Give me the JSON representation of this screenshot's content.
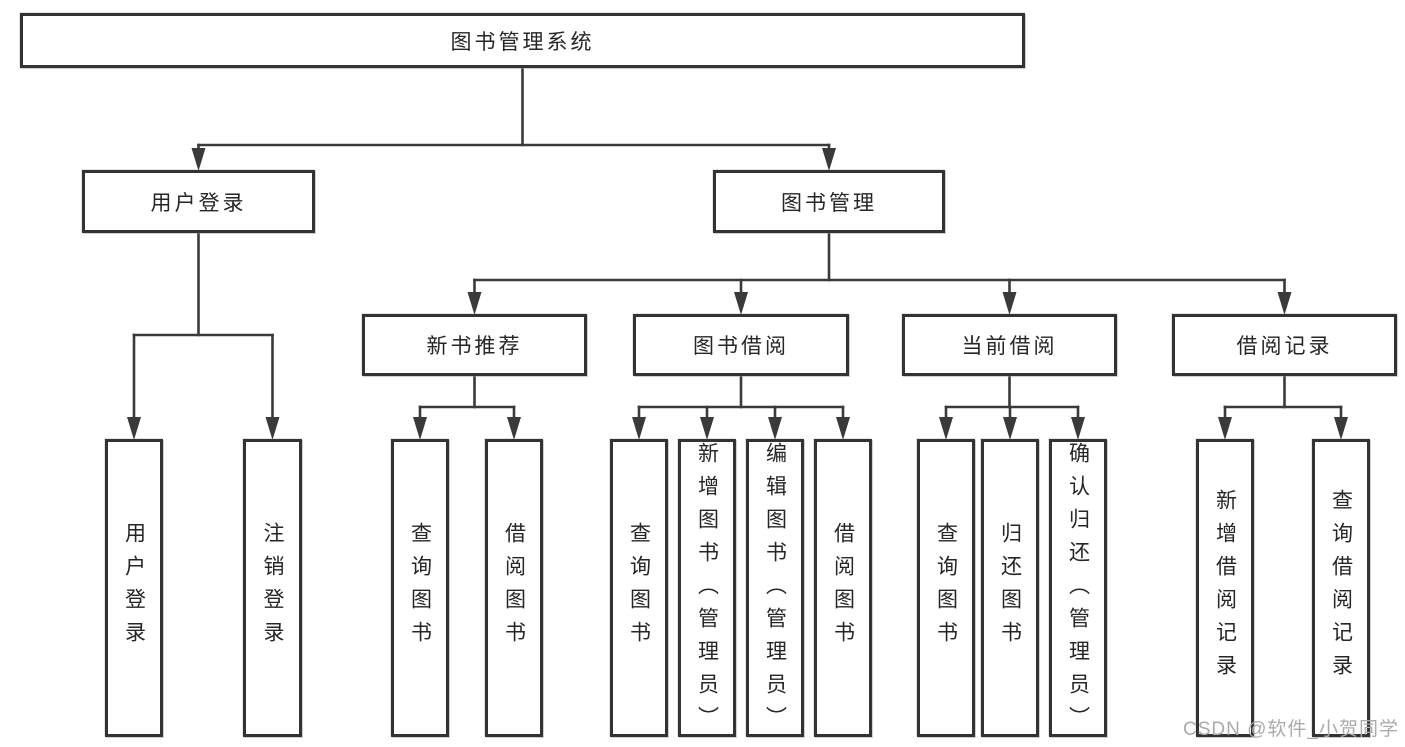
{
  "diagram": {
    "title": "图书管理系统",
    "type": "hierarchy-tree",
    "colors": {
      "background": "#ffffff",
      "box_fill": "#ffffff",
      "box_border": "#333333",
      "connector_line": "#3a3a3a",
      "text": "#262626",
      "watermark_text": "#ababab"
    },
    "nodes": [
      {
        "id": "root",
        "label": "图书管理系统",
        "level": 1,
        "text_direction": "horizontal"
      },
      {
        "id": "user_login",
        "label": "用户登录",
        "level": 2,
        "text_direction": "horizontal"
      },
      {
        "id": "book_mgmt",
        "label": "图书管理",
        "level": 2,
        "text_direction": "horizontal"
      },
      {
        "id": "new_book_rec",
        "label": "新书推荐",
        "level": 3,
        "text_direction": "horizontal"
      },
      {
        "id": "book_borrow",
        "label": "图书借阅",
        "level": 3,
        "text_direction": "horizontal"
      },
      {
        "id": "current_borrow",
        "label": "当前借阅",
        "level": 3,
        "text_direction": "horizontal"
      },
      {
        "id": "borrow_records",
        "label": "借阅记录",
        "level": 3,
        "text_direction": "horizontal"
      },
      {
        "id": "col_user_login",
        "label": "用户登录",
        "level": 4,
        "text_direction": "vertical"
      },
      {
        "id": "col_logout",
        "label": "注销登录",
        "level": 4,
        "text_direction": "vertical"
      },
      {
        "id": "col_query_book_1",
        "label": "查询图书",
        "level": 4,
        "text_direction": "vertical"
      },
      {
        "id": "col_borrow_book_1",
        "label": "借阅图书",
        "level": 4,
        "text_direction": "vertical"
      },
      {
        "id": "col_query_book_2",
        "label": "查询图书",
        "level": 4,
        "text_direction": "vertical"
      },
      {
        "id": "col_add_book",
        "label": "新增图书（管理员）",
        "level": 4,
        "text_direction": "vertical"
      },
      {
        "id": "col_edit_book",
        "label": "编辑图书（管理员）",
        "level": 4,
        "text_direction": "vertical"
      },
      {
        "id": "col_borrow_book_2",
        "label": "借阅图书",
        "level": 4,
        "text_direction": "vertical"
      },
      {
        "id": "col_query_book_3",
        "label": "查询图书",
        "level": 4,
        "text_direction": "vertical"
      },
      {
        "id": "col_return_book",
        "label": "归还图书",
        "level": 4,
        "text_direction": "vertical"
      },
      {
        "id": "col_confirm_return",
        "label": "确认归还（管理员）",
        "level": 4,
        "text_direction": "vertical"
      },
      {
        "id": "col_add_borrow_record",
        "label": "新增借阅记录",
        "level": 4,
        "text_direction": "vertical"
      },
      {
        "id": "col_query_borrow_record",
        "label": "查询借阅记录",
        "level": 4,
        "text_direction": "vertical"
      }
    ],
    "edges": [
      {
        "from": "root",
        "to": [
          "user_login",
          "book_mgmt"
        ]
      },
      {
        "from": "user_login",
        "to": [
          "col_user_login",
          "col_logout"
        ]
      },
      {
        "from": "book_mgmt",
        "to": [
          "new_book_rec",
          "book_borrow",
          "current_borrow",
          "borrow_records"
        ]
      },
      {
        "from": "new_book_rec",
        "to": [
          "col_query_book_1",
          "col_borrow_book_1"
        ]
      },
      {
        "from": "book_borrow",
        "to": [
          "col_query_book_2",
          "col_add_book",
          "col_edit_book",
          "col_borrow_book_2"
        ]
      },
      {
        "from": "current_borrow",
        "to": [
          "col_query_book_3",
          "col_return_book",
          "col_confirm_return"
        ]
      },
      {
        "from": "borrow_records",
        "to": [
          "col_add_borrow_record",
          "col_query_borrow_record"
        ]
      }
    ],
    "watermark": "CSDN @软件_小贺同学"
  }
}
